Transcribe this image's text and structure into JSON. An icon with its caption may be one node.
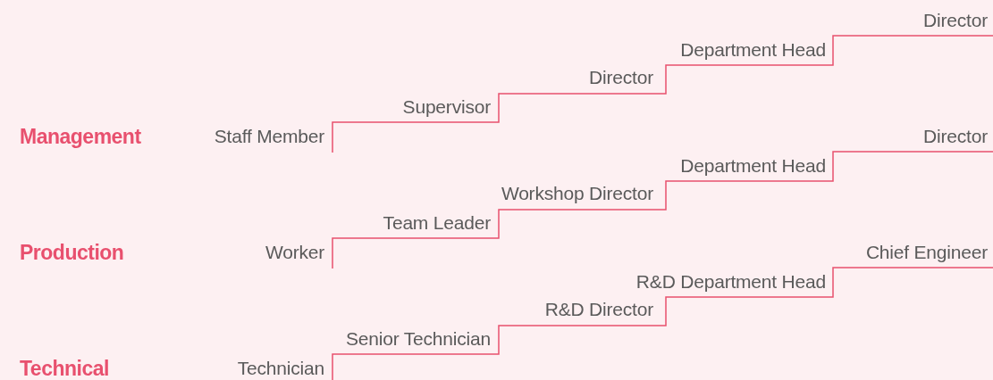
{
  "diagram": {
    "labels": [
      "Director",
      "Department Head",
      "Director",
      "Supervisor",
      "Management",
      "Staff Member",
      "Director",
      "Department Head",
      "Workshop Director",
      "Team Leader",
      "Production",
      "Worker",
      "Chief Engineer",
      "R&D Department Head",
      "R&D Director",
      "Senior Technician",
      "Technical",
      "Technician"
    ]
  }
}
